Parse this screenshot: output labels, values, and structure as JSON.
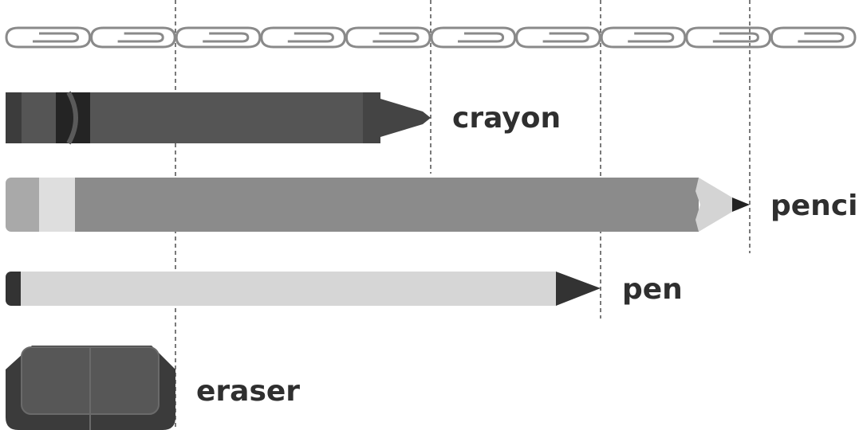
{
  "ruler": {
    "unit": "paper-clip",
    "paper_clip_count": 10
  },
  "objects": [
    {
      "name": "crayon",
      "label": "crayon",
      "length_in_clips": 5
    },
    {
      "name": "pencil",
      "label": "pencil",
      "length_in_clips": 8.5
    },
    {
      "name": "pen",
      "label": "pen",
      "length_in_clips": 7
    },
    {
      "name": "eraser",
      "label": "eraser",
      "length_in_clips": 2
    }
  ],
  "colors": {
    "background": "#ffffff",
    "clip_stroke": "#8a8a8a",
    "guide_line": "#222222",
    "crayon_body": "#555555",
    "crayon_tip": "#444444",
    "pencil_body": "#8b8b8b",
    "pencil_wood": "#d4d4d4",
    "pen_body": "#d6d6d6",
    "pen_tip": "#333333",
    "eraser_outer": "#3b3b3b",
    "eraser_inner": "#575757",
    "text": "#2f2f2f"
  }
}
